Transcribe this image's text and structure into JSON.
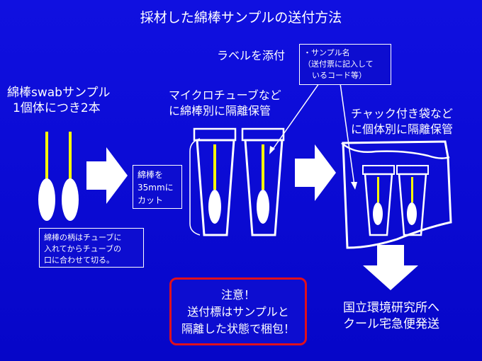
{
  "title": "採材した綿棒サンプルの送付方法",
  "swab_sample": {
    "line1": "綿棒swabサンプル",
    "line2": "1個体につき2本"
  },
  "cut_box": {
    "line1": "綿棒を",
    "line2": "35mmに",
    "line3": "カット"
  },
  "note_box": {
    "line1": "綿棒の柄はチューブに",
    "line2": "入れてからチューブの",
    "line3": "口に合わせて切る。"
  },
  "tube_label": {
    "line1": "マイクロチューブなど",
    "line2": "に綿棒別に隔離保管"
  },
  "label_attach": "ラベルを添付",
  "label_box": {
    "line1": "・サンプル名",
    "line2": "（送付票に記入して",
    "line3": "いるコード等）"
  },
  "bag_label": {
    "line1": "チャック付き袋など",
    "line2": "に個体別に隔離保管"
  },
  "destination": {
    "line1": "国立環境研究所へ",
    "line2": "クール宅急便発送"
  },
  "notice": {
    "line1": "注意！",
    "line2": "送付標はサンプルと",
    "line3": "隔離した状態で梱包！"
  },
  "colors": {
    "background": "#0a0ad8",
    "swab_stick": "#ffff00",
    "notice_border": "#e0101c",
    "outline": "#ffffff"
  }
}
